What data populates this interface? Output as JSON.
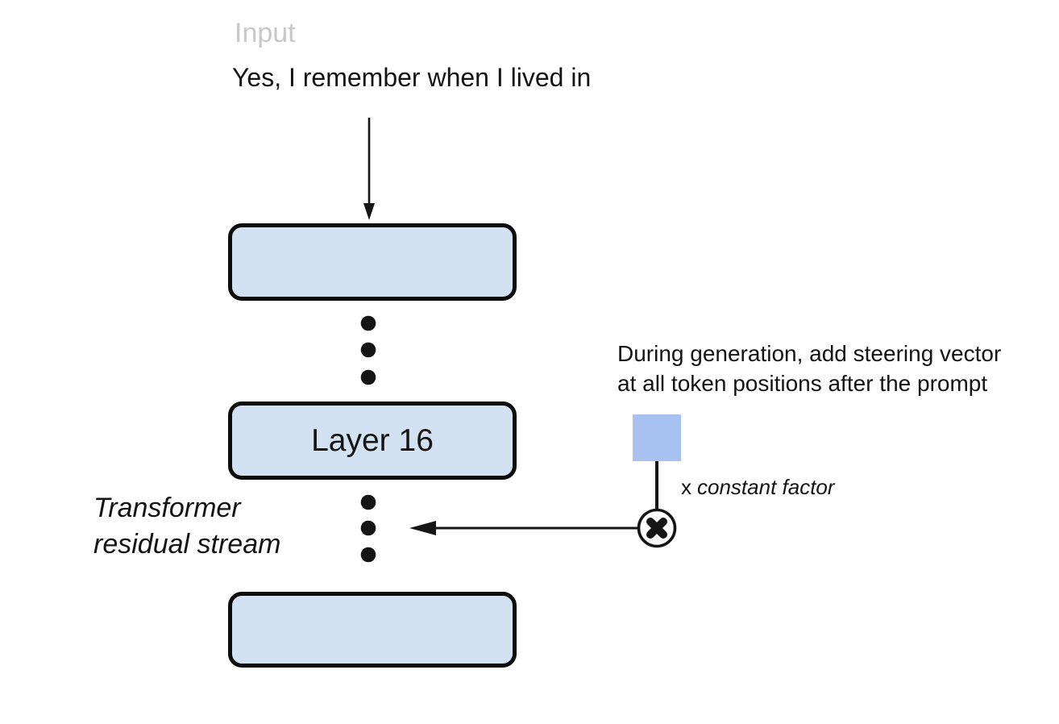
{
  "diagram": {
    "input_label": "Input",
    "prompt_text": "Yes, I remember when I lived in",
    "layer_block_label": "Layer 16",
    "residual_stream_label": {
      "line1": "Transformer",
      "line2": "residual stream"
    },
    "steering_annotation": {
      "line1": "During generation, add steering vector",
      "line2": "at all token positions after the prompt"
    },
    "scale_label": {
      "prefix": "x",
      "factor": "constant factor"
    }
  },
  "colors": {
    "background": "#ffffff",
    "block_fill": "#d3e2f2",
    "block_border": "#0d0d0d",
    "steering_square_fill": "#a7c2f0",
    "input_label_gray": "#c8c8c8",
    "text_black": "#141414",
    "line_color": "#151515"
  }
}
